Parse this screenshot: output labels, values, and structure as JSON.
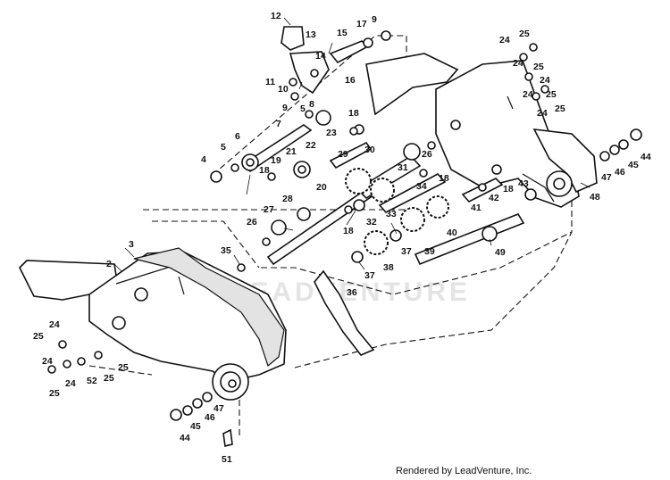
{
  "diagram": {
    "callouts": [
      "12",
      "13",
      "15",
      "17",
      "9",
      "14",
      "11",
      "10",
      "16",
      "9",
      "5",
      "8",
      "7",
      "18",
      "23",
      "6",
      "5",
      "4",
      "22",
      "21",
      "19",
      "18",
      "20",
      "30",
      "29",
      "31",
      "26",
      "18",
      "34",
      "33",
      "28",
      "27",
      "26",
      "18",
      "32",
      "37",
      "39",
      "38",
      "40",
      "41",
      "42",
      "18",
      "43",
      "49",
      "37",
      "36",
      "35",
      "3",
      "2",
      "24",
      "25",
      "24",
      "25",
      "24",
      "24",
      "25",
      "25",
      "24",
      "47",
      "46",
      "45",
      "44",
      "48",
      "24",
      "25",
      "24",
      "25",
      "24",
      "52",
      "25",
      "25",
      "47",
      "46",
      "45",
      "44",
      "51"
    ],
    "watermark": "LEADVENTURE"
  },
  "footer": {
    "credit": "Rendered by LeadVenture, Inc."
  }
}
